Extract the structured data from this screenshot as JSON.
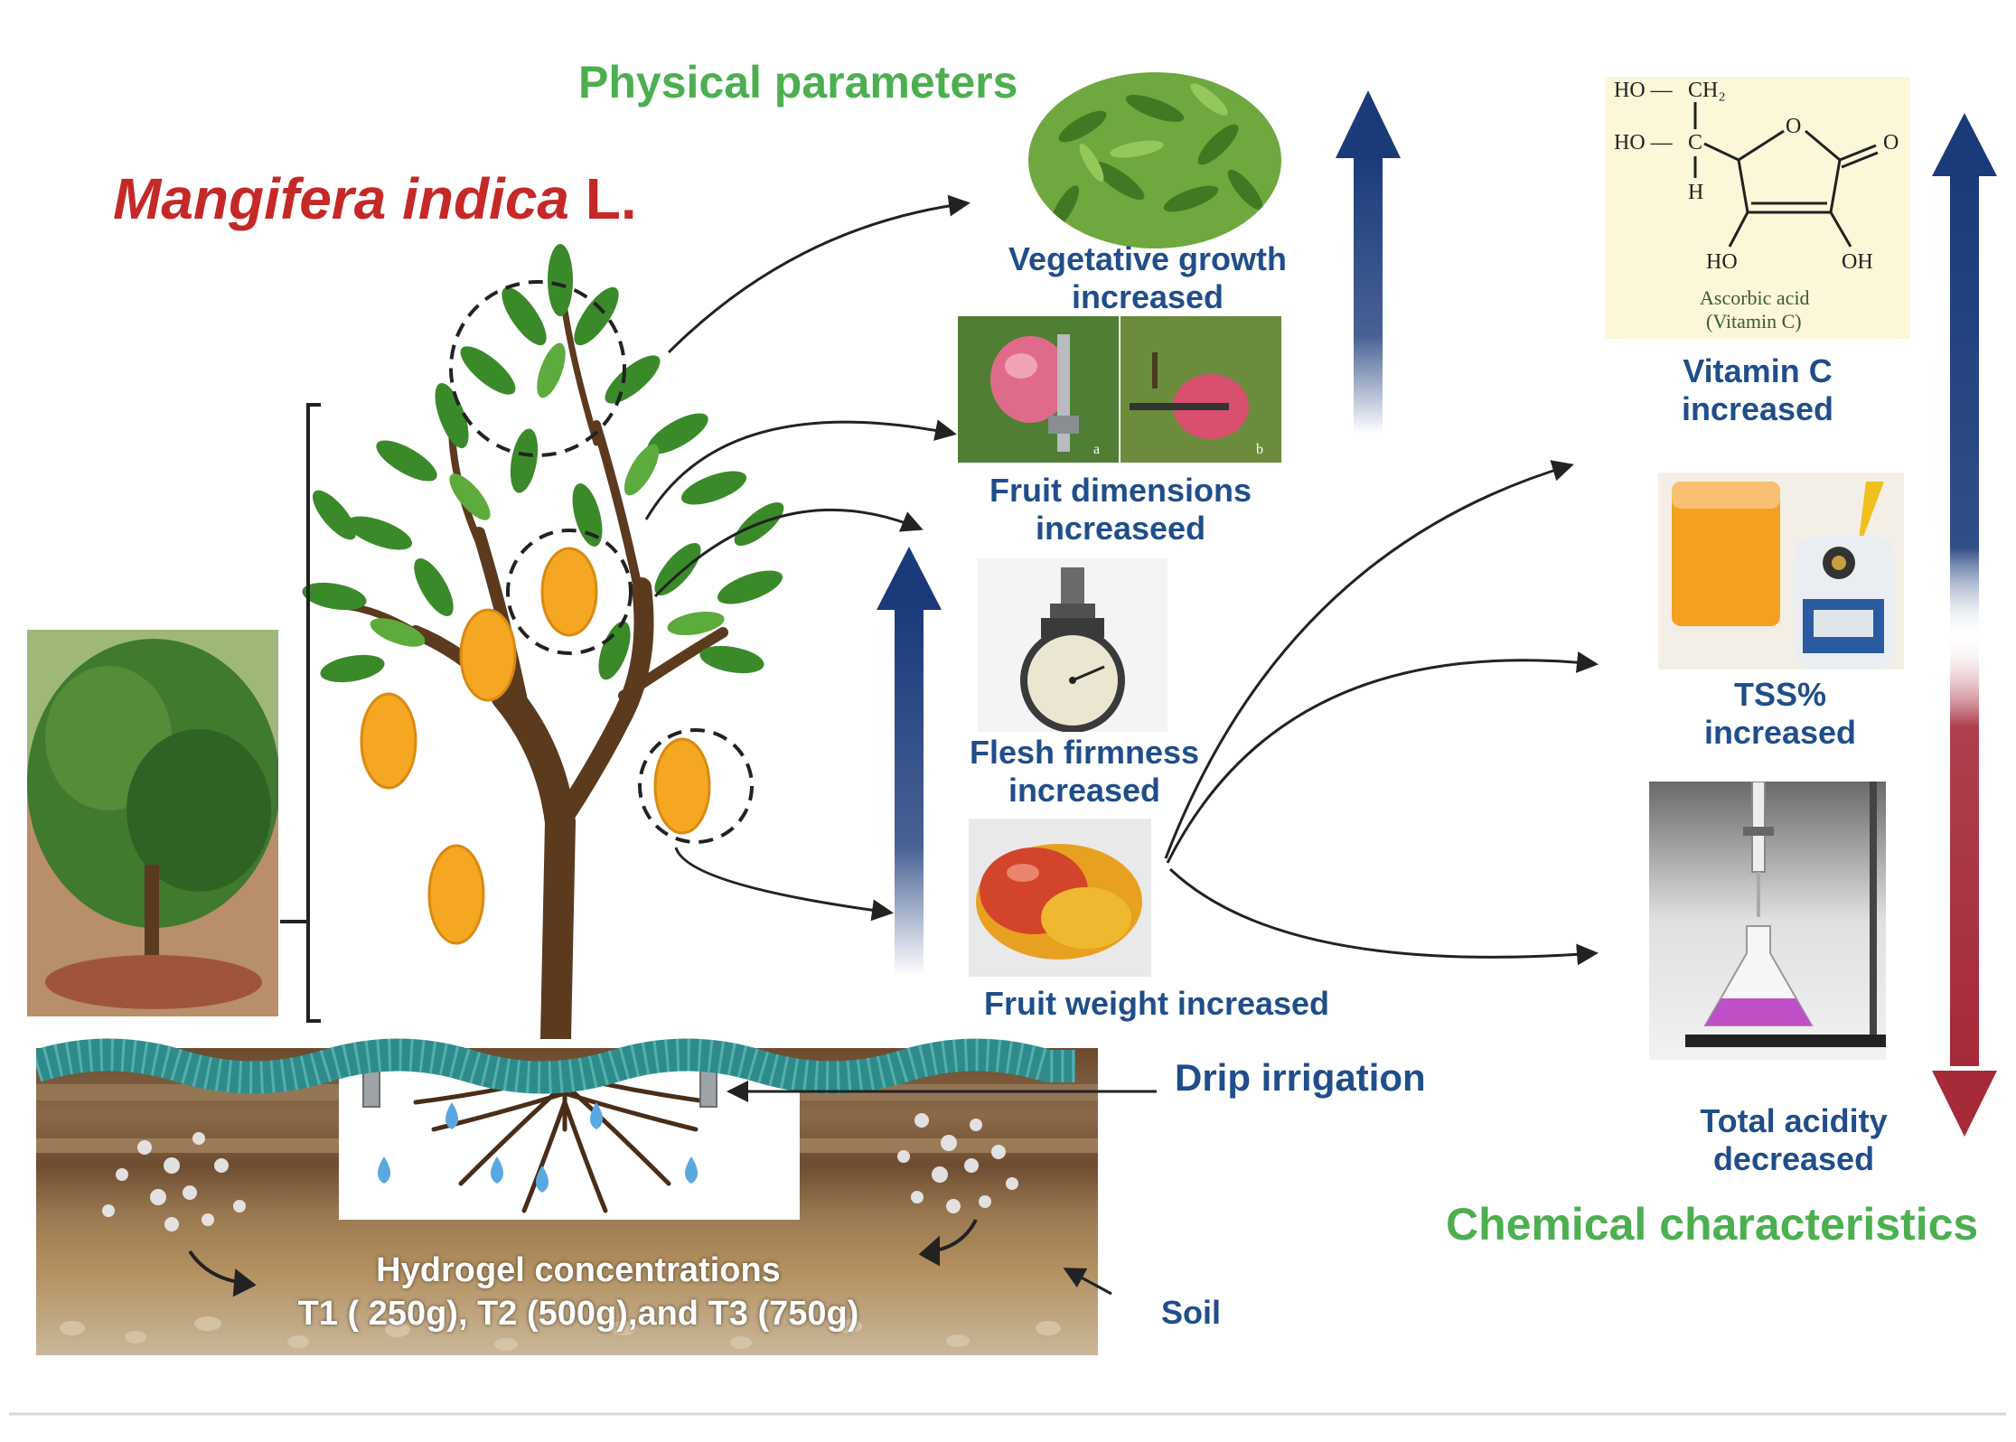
{
  "headings": {
    "species_name": "Mangifera indica",
    "species_author": "L.",
    "physical": "Physical parameters",
    "chemical": "Chemical characteristics"
  },
  "physical_params": {
    "vegetative_1": "Vegetative growth",
    "vegetative_2": "increased",
    "dimensions_1": "Fruit dimensions",
    "dimensions_2": "increaseed",
    "firmness_1": "Flesh firmness",
    "firmness_2": "increased",
    "weight": "Fruit weight increased"
  },
  "chemical_params": {
    "vitc_1": "Vitamin C",
    "vitc_2": "increased",
    "tss_1": "TSS%",
    "tss_2": "increased",
    "acidity_1": "Total acidity",
    "acidity_2": "decreased"
  },
  "structure": {
    "ho_ch2_left": "HO —",
    "ch2": "CH₂",
    "ho_c_left": "HO —",
    "c": "C",
    "h": "H",
    "o_ring": "O",
    "o_carbonyl": "O",
    "ho_bottom": "HO",
    "oh_bottom": "OH",
    "name_1": "Ascorbic acid",
    "name_2": "(Vitamin C)"
  },
  "photo_marks": {
    "a": "a",
    "b": "b"
  },
  "setup": {
    "drip": "Drip irrigation",
    "hydrogel_1": "Hydrogel concentrations",
    "hydrogel_2": "T1 ( 250g), T2 (500g),and T3 (750g)",
    "soil": "Soil"
  },
  "colors": {
    "arrow_blue": "#1a3a7a",
    "arrow_red": "#a52a3a",
    "label_blue": "#1f4e8a",
    "title_green": "#4caf50",
    "species_red": "#c62828",
    "pipe_teal": "#2e8b8b",
    "mango": "#f5a623",
    "leaf": "#3a8a2a"
  }
}
